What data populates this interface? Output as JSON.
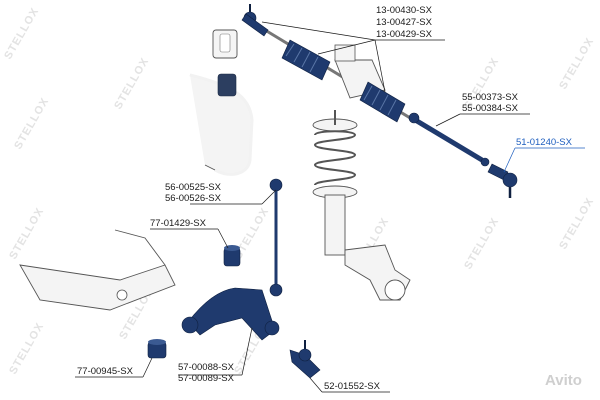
{
  "watermark": {
    "text": "STELLOX",
    "brand": "Avito"
  },
  "labels": {
    "tie_rod_end_left": "13-00430-SX",
    "steering_boot_1": "13-00427-SX",
    "steering_boot_2": "13-00429-SX",
    "inner_tie_rod_1": "55-00373-SX",
    "inner_tie_rod_2": "55-00384-SX",
    "tie_rod_end_right": "51-01240-SX",
    "stabilizer_link_1": "56-00525-SX",
    "stabilizer_link_2": "56-00526-SX",
    "bushing_upper": "77-01429-SX",
    "bushing_lower": "77-00945-SX",
    "control_arm_1": "57-00088-SX",
    "control_arm_2": "57-00089-SX",
    "ball_joint": "52-01552-SX"
  },
  "colors": {
    "highlight": "#1f5fbf",
    "parts_dark": "#1f3a6e",
    "label": "#1a1a1a"
  }
}
